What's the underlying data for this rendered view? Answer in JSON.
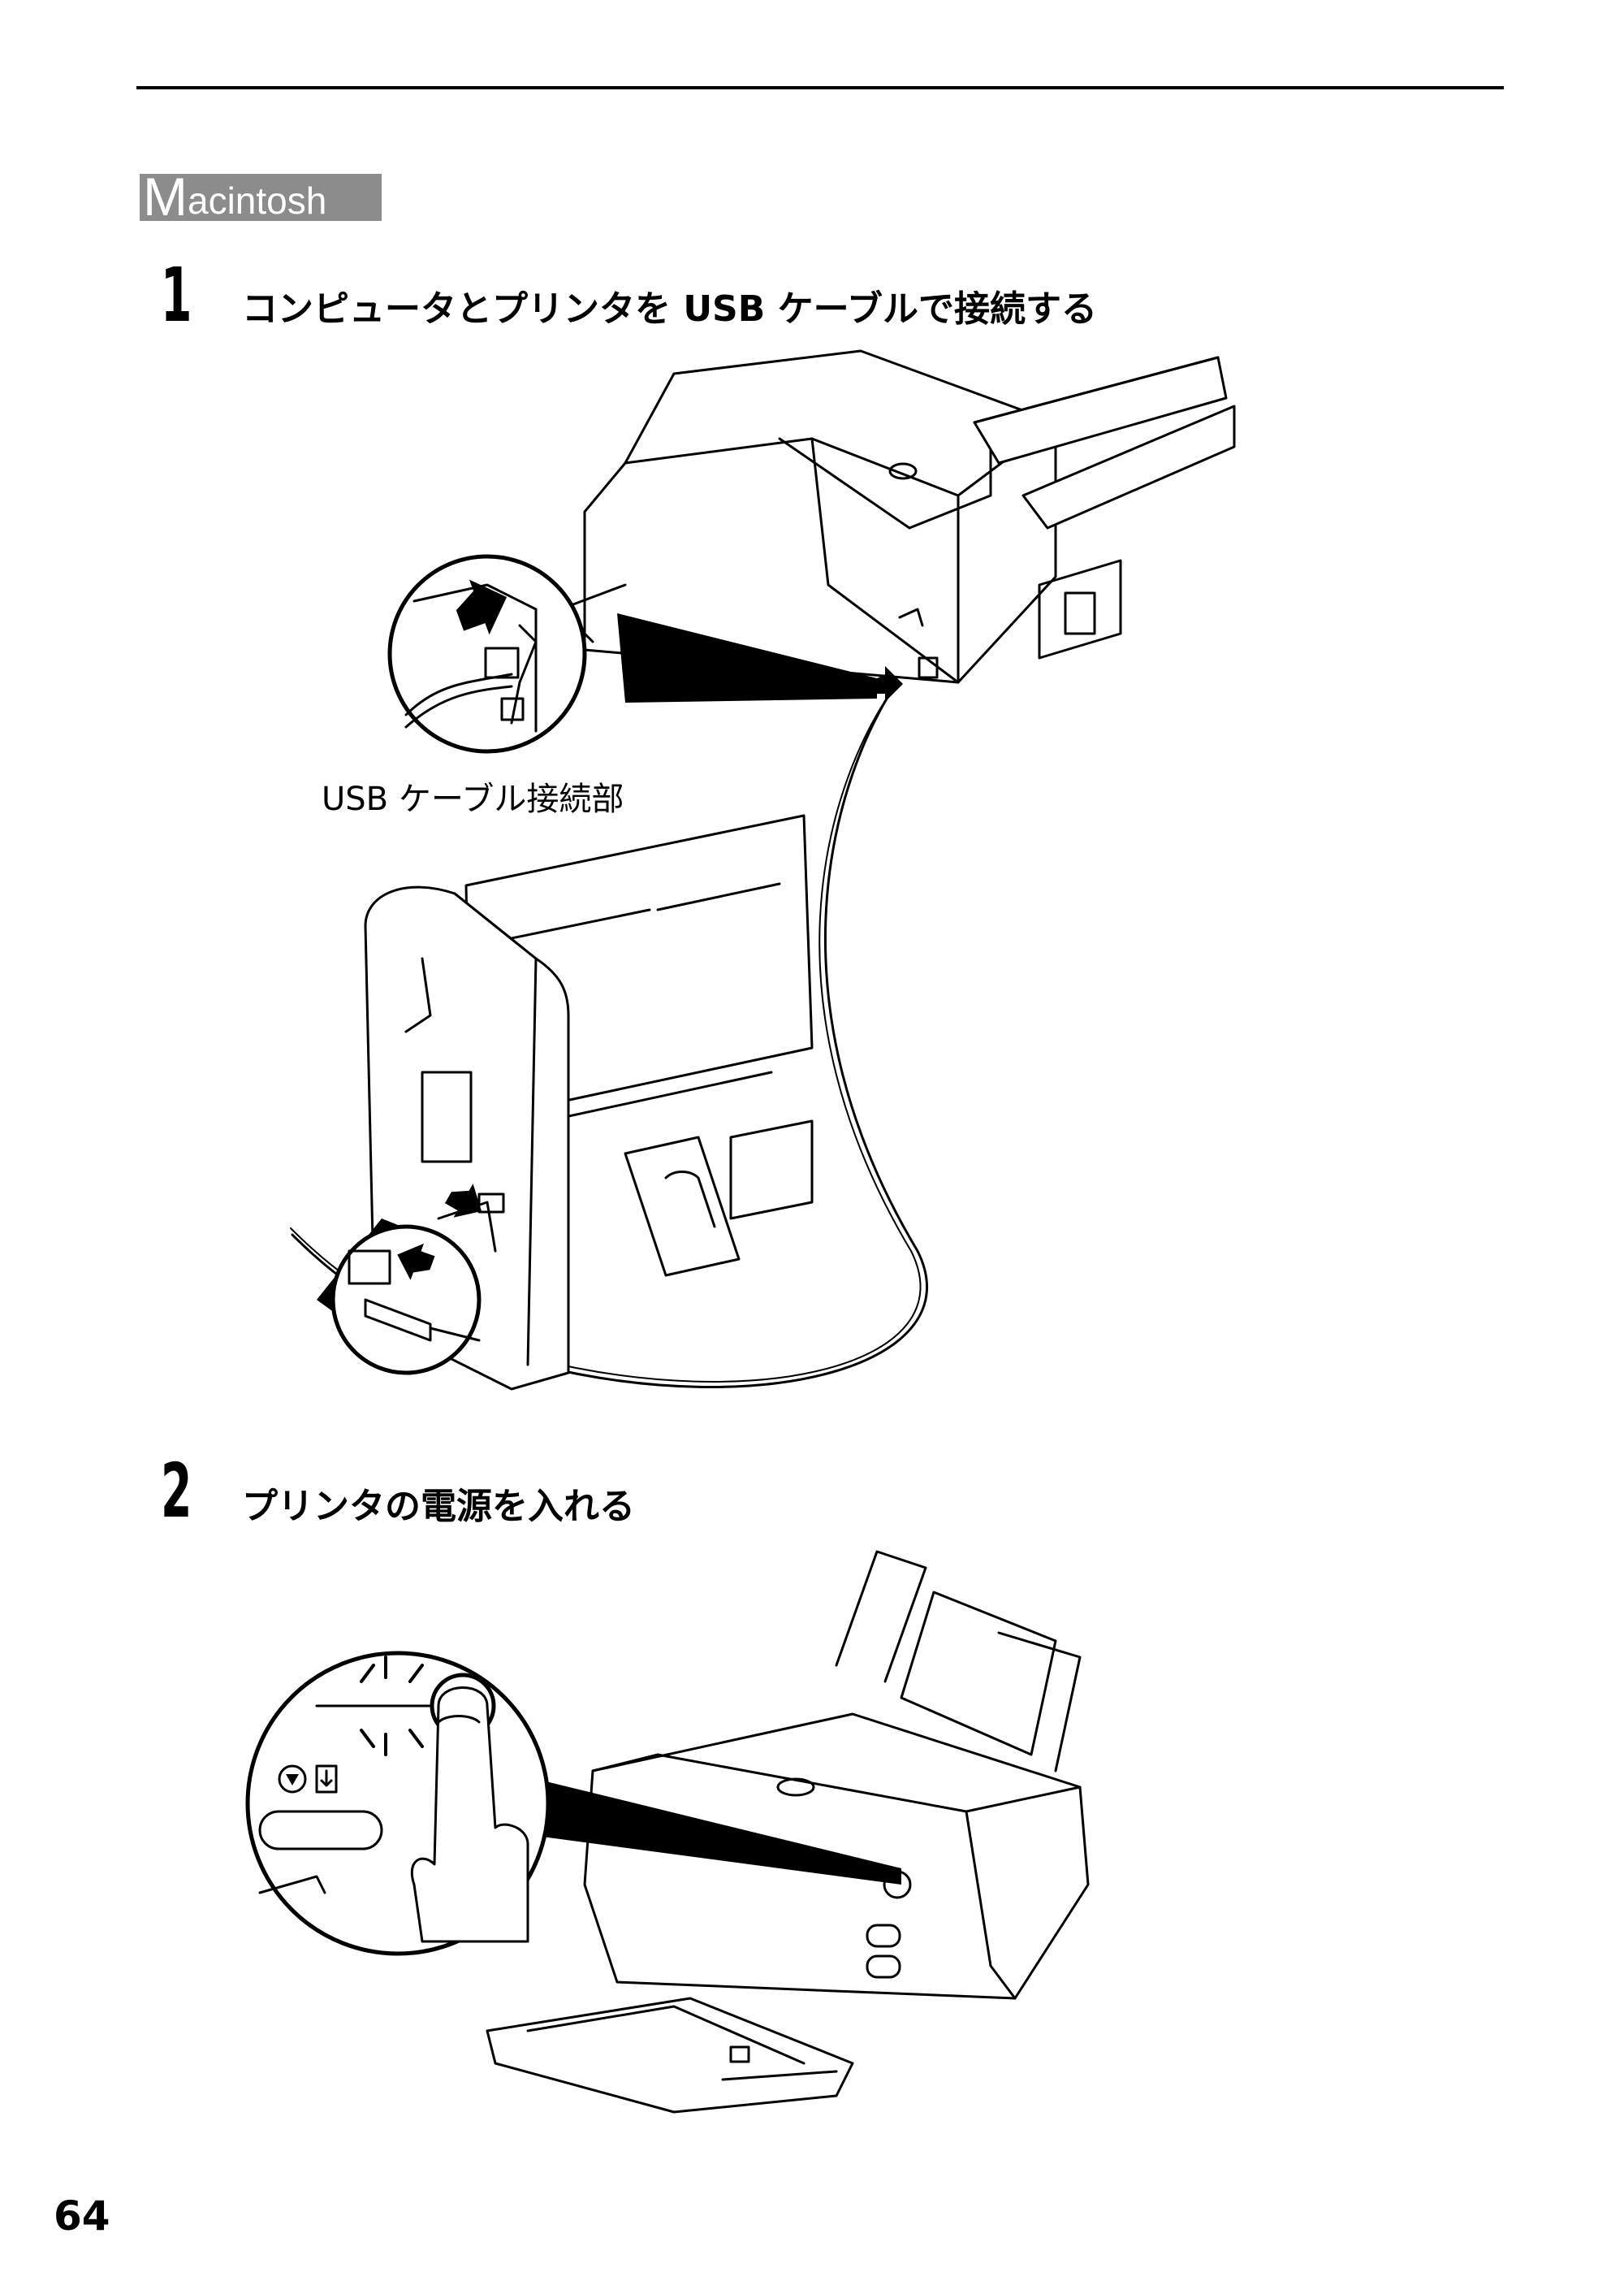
{
  "section": {
    "os_badge_cap": "M",
    "os_badge_rest": "acintosh"
  },
  "steps": [
    {
      "number": "1",
      "title": "コンピュータとプリンタを USB ケーブルで接続する"
    },
    {
      "number": "2",
      "title": "プリンタの電源を入れる"
    }
  ],
  "figure1": {
    "callout": "USB ケーブル接続部"
  },
  "footer": {
    "page_number": "64"
  },
  "icons": [
    "arrow-icon",
    "power-button-icon",
    "stop-reset-icon",
    "paper-feed-icon"
  ]
}
